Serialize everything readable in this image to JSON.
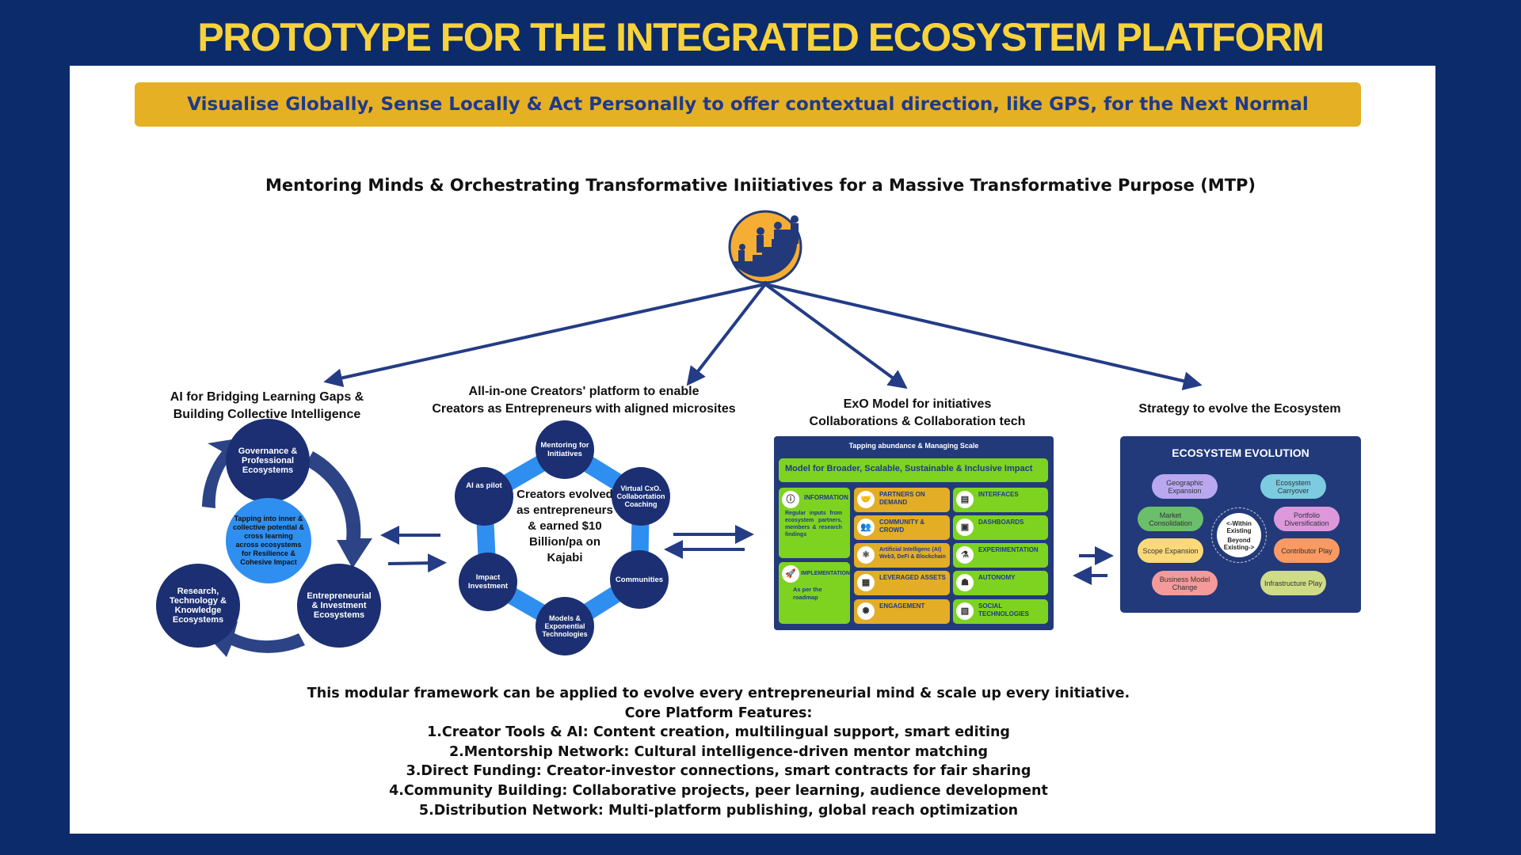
{
  "title": "PROTOTYPE FOR THE INTEGRATED ECOSYSTEM PLATFORM",
  "banner": "Visualise Globally, Sense Locally & Act Personally to offer contextual direction, like GPS, for the Next Normal",
  "mtp": "Mentoring Minds & Orchestrating Transformative Iniitiatives for a Massive Transformative Purpose (MTP)",
  "colors": {
    "background": "#0b2b6b",
    "title": "#f7d23a",
    "banner": "#e6b024",
    "navy": "#1b2f72",
    "light_blue": "#2f8ff0",
    "green": "#7ed321",
    "orange": "#e3ad25"
  },
  "sections": {
    "left": {
      "heading": [
        "AI for Bridging Learning Gaps &",
        "Building Collective Intelligence"
      ],
      "circles": [
        "Governance & Professional Ecosystems",
        "Research, Technology & Knowledge Ecosystems",
        "Entrepreneurial & Investment Ecosystems"
      ],
      "center": "Tapping into inner & collective potential & cross learning across ecosystems for  Resilience & Cohesive Impact"
    },
    "middle": {
      "heading": [
        "All-in-one Creators' platform to enable",
        "Creators as Entrepreneurs with aligned microsites"
      ],
      "center": "Creators evolved as entrepreneurs & earned $10 Billion/pa on Kajabi",
      "nodes": [
        "Mentoring for Initiatives",
        "AI as pilot",
        "Virtual CxO. Collabortation Coaching",
        "Impact Investment",
        "Communities",
        "Models & Exponential Technologies"
      ]
    },
    "exo": {
      "heading": [
        "ExO Model for initiatives",
        "Collaborations & Collaboration tech"
      ],
      "top": "Tapping abundance & Managing Scale",
      "model": "Model for Broader, Scalable, Sustainable & Inclusive Impact",
      "information": {
        "label": "INFORMATION",
        "text": "Regular inputs from ecosystem partners, members & research findings"
      },
      "implementation": {
        "label": "IMPLEMENTATION",
        "text": "As per the roadmap"
      },
      "middle": [
        "PARTNERS ON DEMAND",
        "COMMUNITY & CROWD",
        "Artificial Intelligenc (AI) Web3, DeFi & Blockchain",
        "LEVERAGED ASSETS",
        "ENGAGEMENT"
      ],
      "right": [
        "INTERFACES",
        "DASHBOARDS",
        "EXPERIMENTATION",
        "AUTONOMY",
        "SOCIAL TECHNOLOGIES"
      ]
    },
    "strategy": {
      "heading": "Strategy to evolve the Ecosystem",
      "title": "ECOSYSTEM EVOLUTION",
      "center": [
        "<-Within Existing",
        "Beyond Existing->"
      ],
      "bubbles": [
        {
          "label": "Geographic Expansion",
          "color": "#b9a8ef"
        },
        {
          "label": "Ecosystem Carryover",
          "color": "#7ccbe0"
        },
        {
          "label": "Market Consolidation",
          "color": "#6bbf6a"
        },
        {
          "label": "Portfolio Diversification",
          "color": "#dd98dc"
        },
        {
          "label": "Scope Expansion",
          "color": "#fbd97a"
        },
        {
          "label": "Contributor Play",
          "color": "#fa9a62"
        },
        {
          "label": "Business Model Change",
          "color": "#f49a9a"
        },
        {
          "label": "Infrastructure Play",
          "color": "#cfdc86"
        }
      ]
    }
  },
  "bottom": [
    "This modular framework can be applied to evolve every entrepreneurial mind & scale up every initiative.",
    "Core Platform Features:",
    "1.Creator Tools & AI: Content creation, multilingual support, smart editing",
    "2.Mentorship Network: Cultural intelligence-driven mentor matching",
    "3.Direct Funding: Creator-investor connections, smart contracts for fair sharing",
    "4.Community Building: Collaborative projects, peer learning, audience development",
    "5.Distribution Network: Multi-platform publishing, global reach optimization"
  ]
}
